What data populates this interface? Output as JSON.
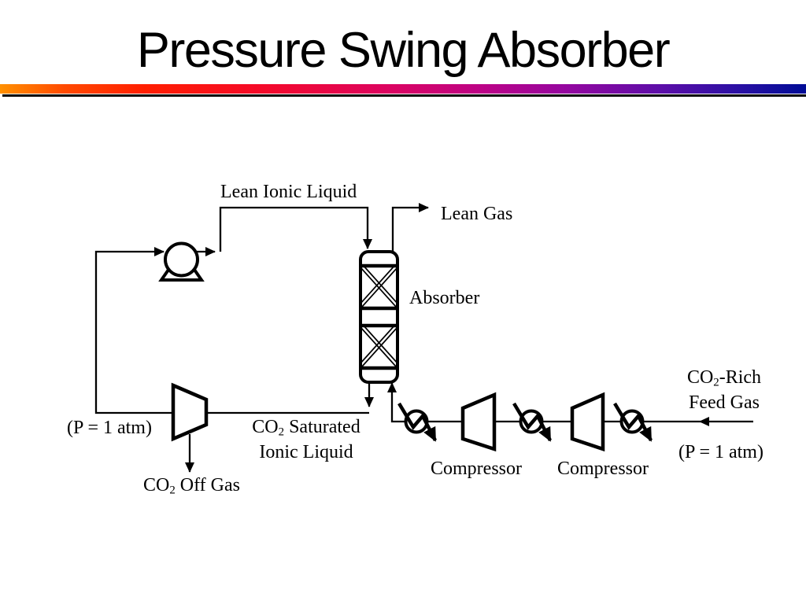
{
  "slide": {
    "title": "Pressure Swing Absorber"
  },
  "accent": {
    "gradient_stops": [
      "#FF9000 0%",
      "#FF4A00 8%",
      "#FF1E00 18%",
      "#F50A28 32%",
      "#DC0460 48%",
      "#BB0387 60%",
      "#95079F 70%",
      "#5C0EA8 82%",
      "#2810A3 92%",
      "#000C96 100%"
    ],
    "underline_color": "#000000"
  },
  "diagram": {
    "line_color": "#000000",
    "equipment": [
      "pump",
      "absorber-column",
      "expansion-turbine",
      "compressor",
      "compressor",
      "heat-exchanger",
      "heat-exchanger",
      "heat-exchanger"
    ],
    "labels": {
      "lean_ionic_liquid": "Lean Ionic Liquid",
      "lean_gas": "Lean Gas",
      "absorber": "Absorber",
      "co2_saturated": {
        "pre": "CO",
        "sub": "2",
        "post": " Saturated"
      },
      "ionic_liquid": "Ionic Liquid",
      "pressure_left": "(P = 1 atm)",
      "co2_off_gas": {
        "pre": "CO",
        "sub": "2",
        "post": " Off Gas"
      },
      "compressor_left": "Compressor",
      "compressor_right": "Compressor",
      "co2_rich": {
        "pre": "CO",
        "sub": "2",
        "post": "-Rich"
      },
      "feed_gas": "Feed Gas",
      "pressure_right": "(P = 1 atm)"
    }
  }
}
